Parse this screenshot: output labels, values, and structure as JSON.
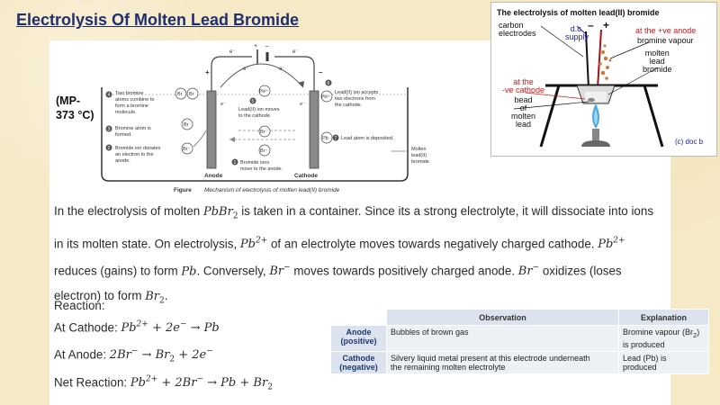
{
  "title": "Electrolysis Of Molten Lead Bromide",
  "mp_label": [
    "(MP-",
    "373 °C)"
  ],
  "mechanism_figure": {
    "caption_label": "Figure",
    "caption_text": "Mechanism of electrolysis of molten lead(II) bromide",
    "electron_label": "e⁻",
    "plus": "+",
    "minus": "–",
    "anode_label": "Anode",
    "cathode_label": "Cathode",
    "melt_label": [
      "Molten",
      "lead(II)",
      "bromide"
    ],
    "steps": [
      {
        "num": "4",
        "lines": [
          "Two bromine",
          "atoms combine to",
          "form a bromine",
          "molecule."
        ]
      },
      {
        "num": "3",
        "lines": [
          "Bromine atom is",
          "formed."
        ]
      },
      {
        "num": "2",
        "lines": [
          "Bromide ion donates",
          "an electron to the",
          "anode."
        ]
      },
      {
        "num": "5",
        "lines": [
          "Lead(II) ion moves",
          "to the cathode."
        ]
      },
      {
        "num": "1",
        "lines": [
          "Bromide ions",
          "move to the anode."
        ]
      },
      {
        "num": "6",
        "lines": [
          "Lead(II) ion accepts",
          "two electrons from",
          "the cathode."
        ]
      },
      {
        "num": "7",
        "lines": [
          "Lead atom is deposited."
        ]
      }
    ],
    "species": {
      "br": "Br",
      "br_ion": "Br⁻",
      "pb_ion": "Pb²⁺",
      "pb": "Pb"
    }
  },
  "apparatus_figure": {
    "heading": "The electrolysis of molten lead(II) bromide",
    "carbon_electrodes": [
      "carbon",
      "electrodes"
    ],
    "dc_supply": [
      "d.c.",
      "supply"
    ],
    "minus": "–",
    "plus": "+",
    "anode_note": "at the +ve anode",
    "bromine_vapour": "bromine vapour",
    "molten_lead_bromide": [
      "molten",
      "lead",
      "bromide"
    ],
    "cathode_note": [
      "at the",
      "-ve cathode"
    ],
    "bead_label": [
      "bead",
      "of",
      "molten",
      "lead"
    ],
    "credit": "(c) doc b"
  },
  "paragraph": {
    "p1": "In the electrolysis of molten ",
    "f1": "PbBr",
    "f1_sub": "2",
    "p2": " is taken in a container. Since its a strong electrolyte, it will dissociate into ions in its molten state. On electrolysis, ",
    "f2": "Pb",
    "f2_sup": "2+",
    "p3": " of an electrolyte moves towards negatively charged cathode. ",
    "f3": "Pb",
    "f3_sup": "2+",
    "p4": " reduces (gains) to form ",
    "f4": "Pb",
    "p5": ". Conversely, ",
    "f5": "Br",
    "f5_sup": "−",
    "p6": " moves towards positively charged anode. ",
    "f6": "Br",
    "f6_sup": "−",
    "p7": " oxidizes (loses electron) to form ",
    "f7": "Br",
    "f7_sub": "2",
    "p8": "."
  },
  "reaction_label": "Reaction:",
  "cathode_reaction": {
    "prefix": "At Cathode: ",
    "a": "Pb",
    "a_sup": "2+",
    "plus": " + 2",
    "e": "e",
    "e_sup": "−",
    "arrow": " → ",
    "b": "Pb"
  },
  "anode_reaction": {
    "prefix": "At Anode: ",
    "lead": "2",
    "a": "Br",
    "a_sup": "−",
    "arrow": " → ",
    "b": "Br",
    "b_sub": "2",
    "plus": " + 2",
    "e": "e",
    "e_sup": "−"
  },
  "net_reaction": {
    "prefix": "Net Reaction: ",
    "a": "Pb",
    "a_sup": "2+",
    "plus1": " + 2",
    "b": "Br",
    "b_sup": "−",
    "arrow": " → ",
    "c": "Pb",
    "plus2": " + ",
    "d": "Br",
    "d_sub": "2"
  },
  "observation_table": {
    "headers": [
      "Observation",
      "Explanation"
    ],
    "rows": [
      {
        "electrode": [
          "Anode",
          "(positive)"
        ],
        "observation": "Bubbles of brown gas",
        "explanation": [
          "Bromine vapour (Br",
          "2",
          ")",
          "is produced"
        ]
      },
      {
        "electrode": [
          "Cathode",
          "(negative)"
        ],
        "observation": [
          "Silvery liquid metal present at this electrode underneath",
          "the remaining molten electrolyte"
        ],
        "explanation": [
          "Lead (Pb) is",
          "produced"
        ]
      }
    ]
  }
}
